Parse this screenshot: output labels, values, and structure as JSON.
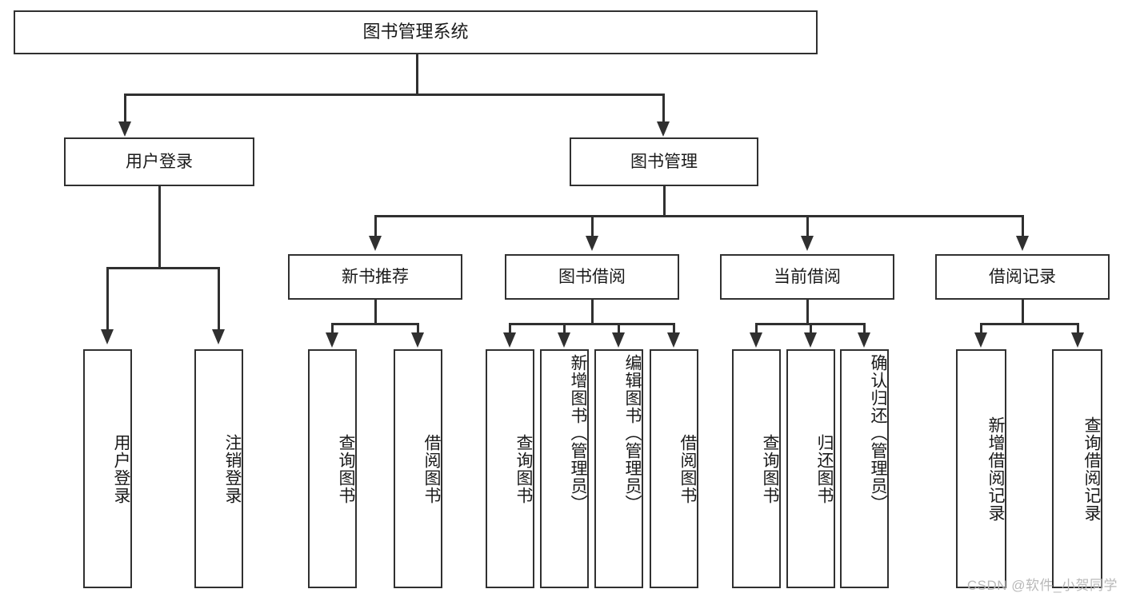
{
  "diagram": {
    "type": "tree-hierarchy",
    "title": "图书管理系统",
    "root": {
      "label": "图书管理系统"
    },
    "level1": [
      {
        "id": "user-login",
        "label": "用户登录"
      },
      {
        "id": "book-management",
        "label": "图书管理"
      }
    ],
    "level2": [
      {
        "id": "new-book-recommend",
        "label": "新书推荐"
      },
      {
        "id": "book-borrow",
        "label": "图书借阅"
      },
      {
        "id": "current-borrow",
        "label": "当前借阅"
      },
      {
        "id": "borrow-record",
        "label": "借阅记录"
      }
    ],
    "leaves": {
      "user_login": [
        {
          "id": "leaf-user-login",
          "label": "用户登录"
        },
        {
          "id": "leaf-logout",
          "label": "注销登录"
        }
      ],
      "new_book_recommend": [
        {
          "id": "leaf-query-book-1",
          "label": "查询图书"
        },
        {
          "id": "leaf-borrow-book-1",
          "label": "借阅图书"
        }
      ],
      "book_borrow": [
        {
          "id": "leaf-query-book-2",
          "label": "查询图书"
        },
        {
          "id": "leaf-add-book",
          "label": "新增图书（管理员）"
        },
        {
          "id": "leaf-edit-book",
          "label": "编辑图书（管理员）"
        },
        {
          "id": "leaf-borrow-book-2",
          "label": "借阅图书"
        }
      ],
      "current_borrow": [
        {
          "id": "leaf-query-book-3",
          "label": "查询图书"
        },
        {
          "id": "leaf-return-book",
          "label": "归还图书"
        },
        {
          "id": "leaf-confirm-return",
          "label": "确认归还（管理员）"
        }
      ],
      "borrow_record": [
        {
          "id": "leaf-add-record",
          "label": "新增借阅记录"
        },
        {
          "id": "leaf-query-record",
          "label": "查询借阅记录"
        }
      ]
    },
    "watermark": "CSDN @软件_小贺同学",
    "colors": {
      "stroke": "#303030",
      "text": "#1a1a1a",
      "background": "#ffffff",
      "watermark": "#b9b9b9"
    }
  }
}
